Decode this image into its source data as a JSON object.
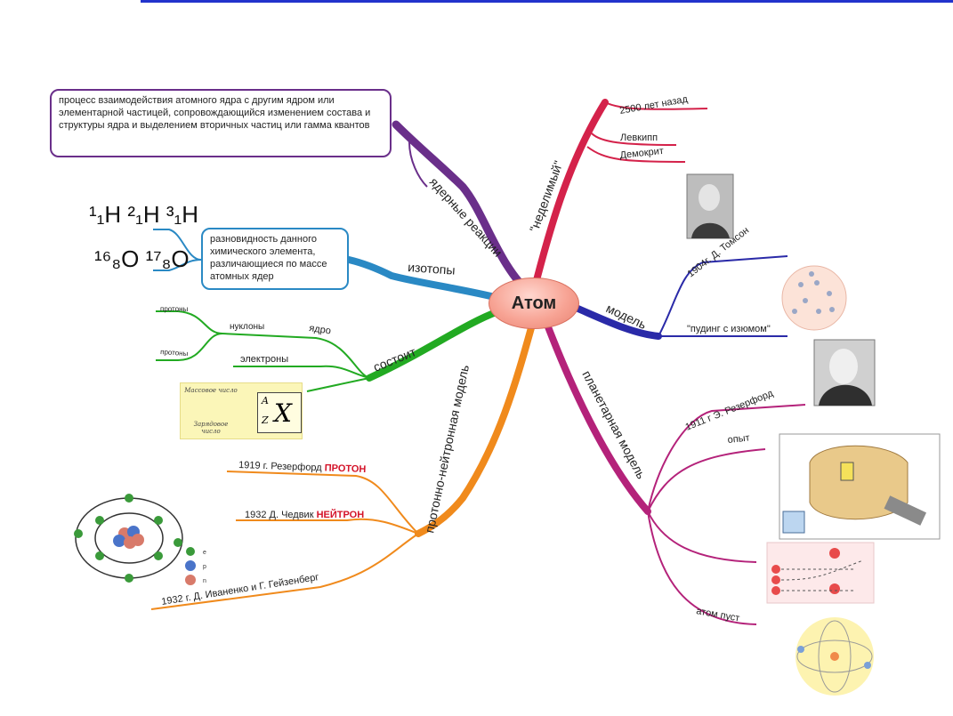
{
  "center": {
    "label": "Атом"
  },
  "branches": {
    "reactions": {
      "label": "ядерные реакции",
      "definition": "процесс взаимодействия атомного ядра с другим ядром или элементарной частицей, сопровождающийся изменением состава и структуры ядра и выделением вторичных частиц или гамма квантов",
      "color": "#6a2f8a"
    },
    "isotopes": {
      "label": "изотопы",
      "definition": "разновидность данного химического элемента, различающиеся по массе атомных ядер",
      "examples": [
        "¹₁H ²₁H ³₁H",
        "¹⁶₈O ¹⁷₈O"
      ],
      "color": "#2a89c4"
    },
    "consists": {
      "label": "состоит",
      "nucleus": "ядро",
      "nucleons": "нуклоны",
      "protons_1": "протоны",
      "protons_2": "протоны",
      "electrons": "электроны",
      "formula": {
        "mass_number": "Массовое число",
        "charge_number": "Зарядовое число",
        "A": "A",
        "Z": "Z",
        "X": "X"
      },
      "color": "#22aa22"
    },
    "pn_model": {
      "label": "протонно-нейтронная модель",
      "items": [
        {
          "text": "1919 г. Резерфорд",
          "highlight": "ПРОТОН"
        },
        {
          "text": "1932 Д. Чедвик",
          "highlight": "НЕЙТРОН"
        },
        {
          "text": "1932 г. Д. Иваненко и Г. Гейзенберг",
          "highlight": ""
        }
      ],
      "legend": [
        "e",
        "p",
        "n"
      ],
      "color": "#f08a1c"
    },
    "indivisible": {
      "label": "\"неделимый\"",
      "items": [
        "2500 лет назад",
        "Левкипп",
        "Демокрит"
      ],
      "color": "#d4224a"
    },
    "model": {
      "label": "модель",
      "items": [
        "1904г. Д. Томсон",
        "\"пудинг с изюмом\""
      ],
      "color": "#2a2aa8"
    },
    "planetary": {
      "label": "планетарная модель",
      "items": [
        "1911 г Э. Резерфорд",
        "опыт",
        "атом пуст"
      ],
      "color": "#b4227a"
    }
  }
}
